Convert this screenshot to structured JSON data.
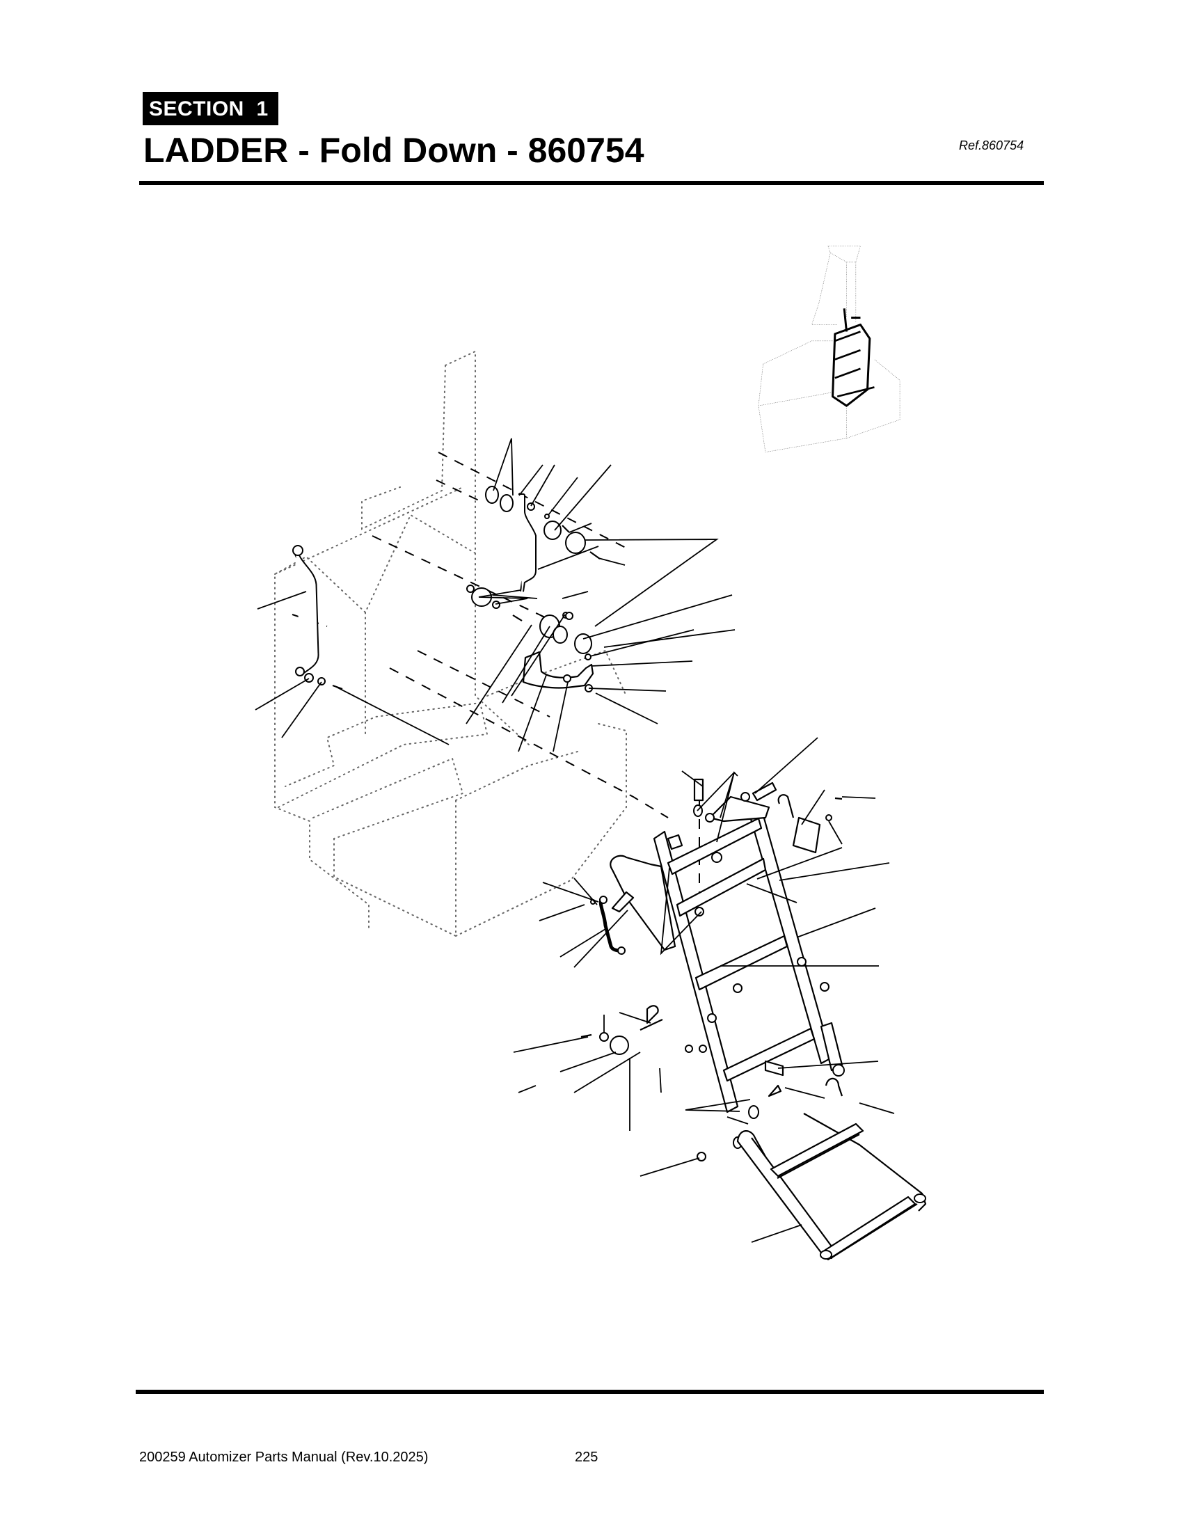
{
  "header": {
    "section_label": "SECTION  1",
    "title": "LADDER - Fold Down - 860754",
    "reference": "Ref.860754"
  },
  "diagram": {
    "description": "Exploded isometric parts view of fold-down ladder assembly 860754 with mounting brackets, handrails, hardware and ghosted cab outline; inset thumbnail shows installed location",
    "callout_numbers_visible": false,
    "inset": {
      "description": "Location view of ladder installed on machine"
    }
  },
  "footer": {
    "document": "200259 Automizer Parts Manual (Rev.10.2025)",
    "page_number": "225"
  }
}
